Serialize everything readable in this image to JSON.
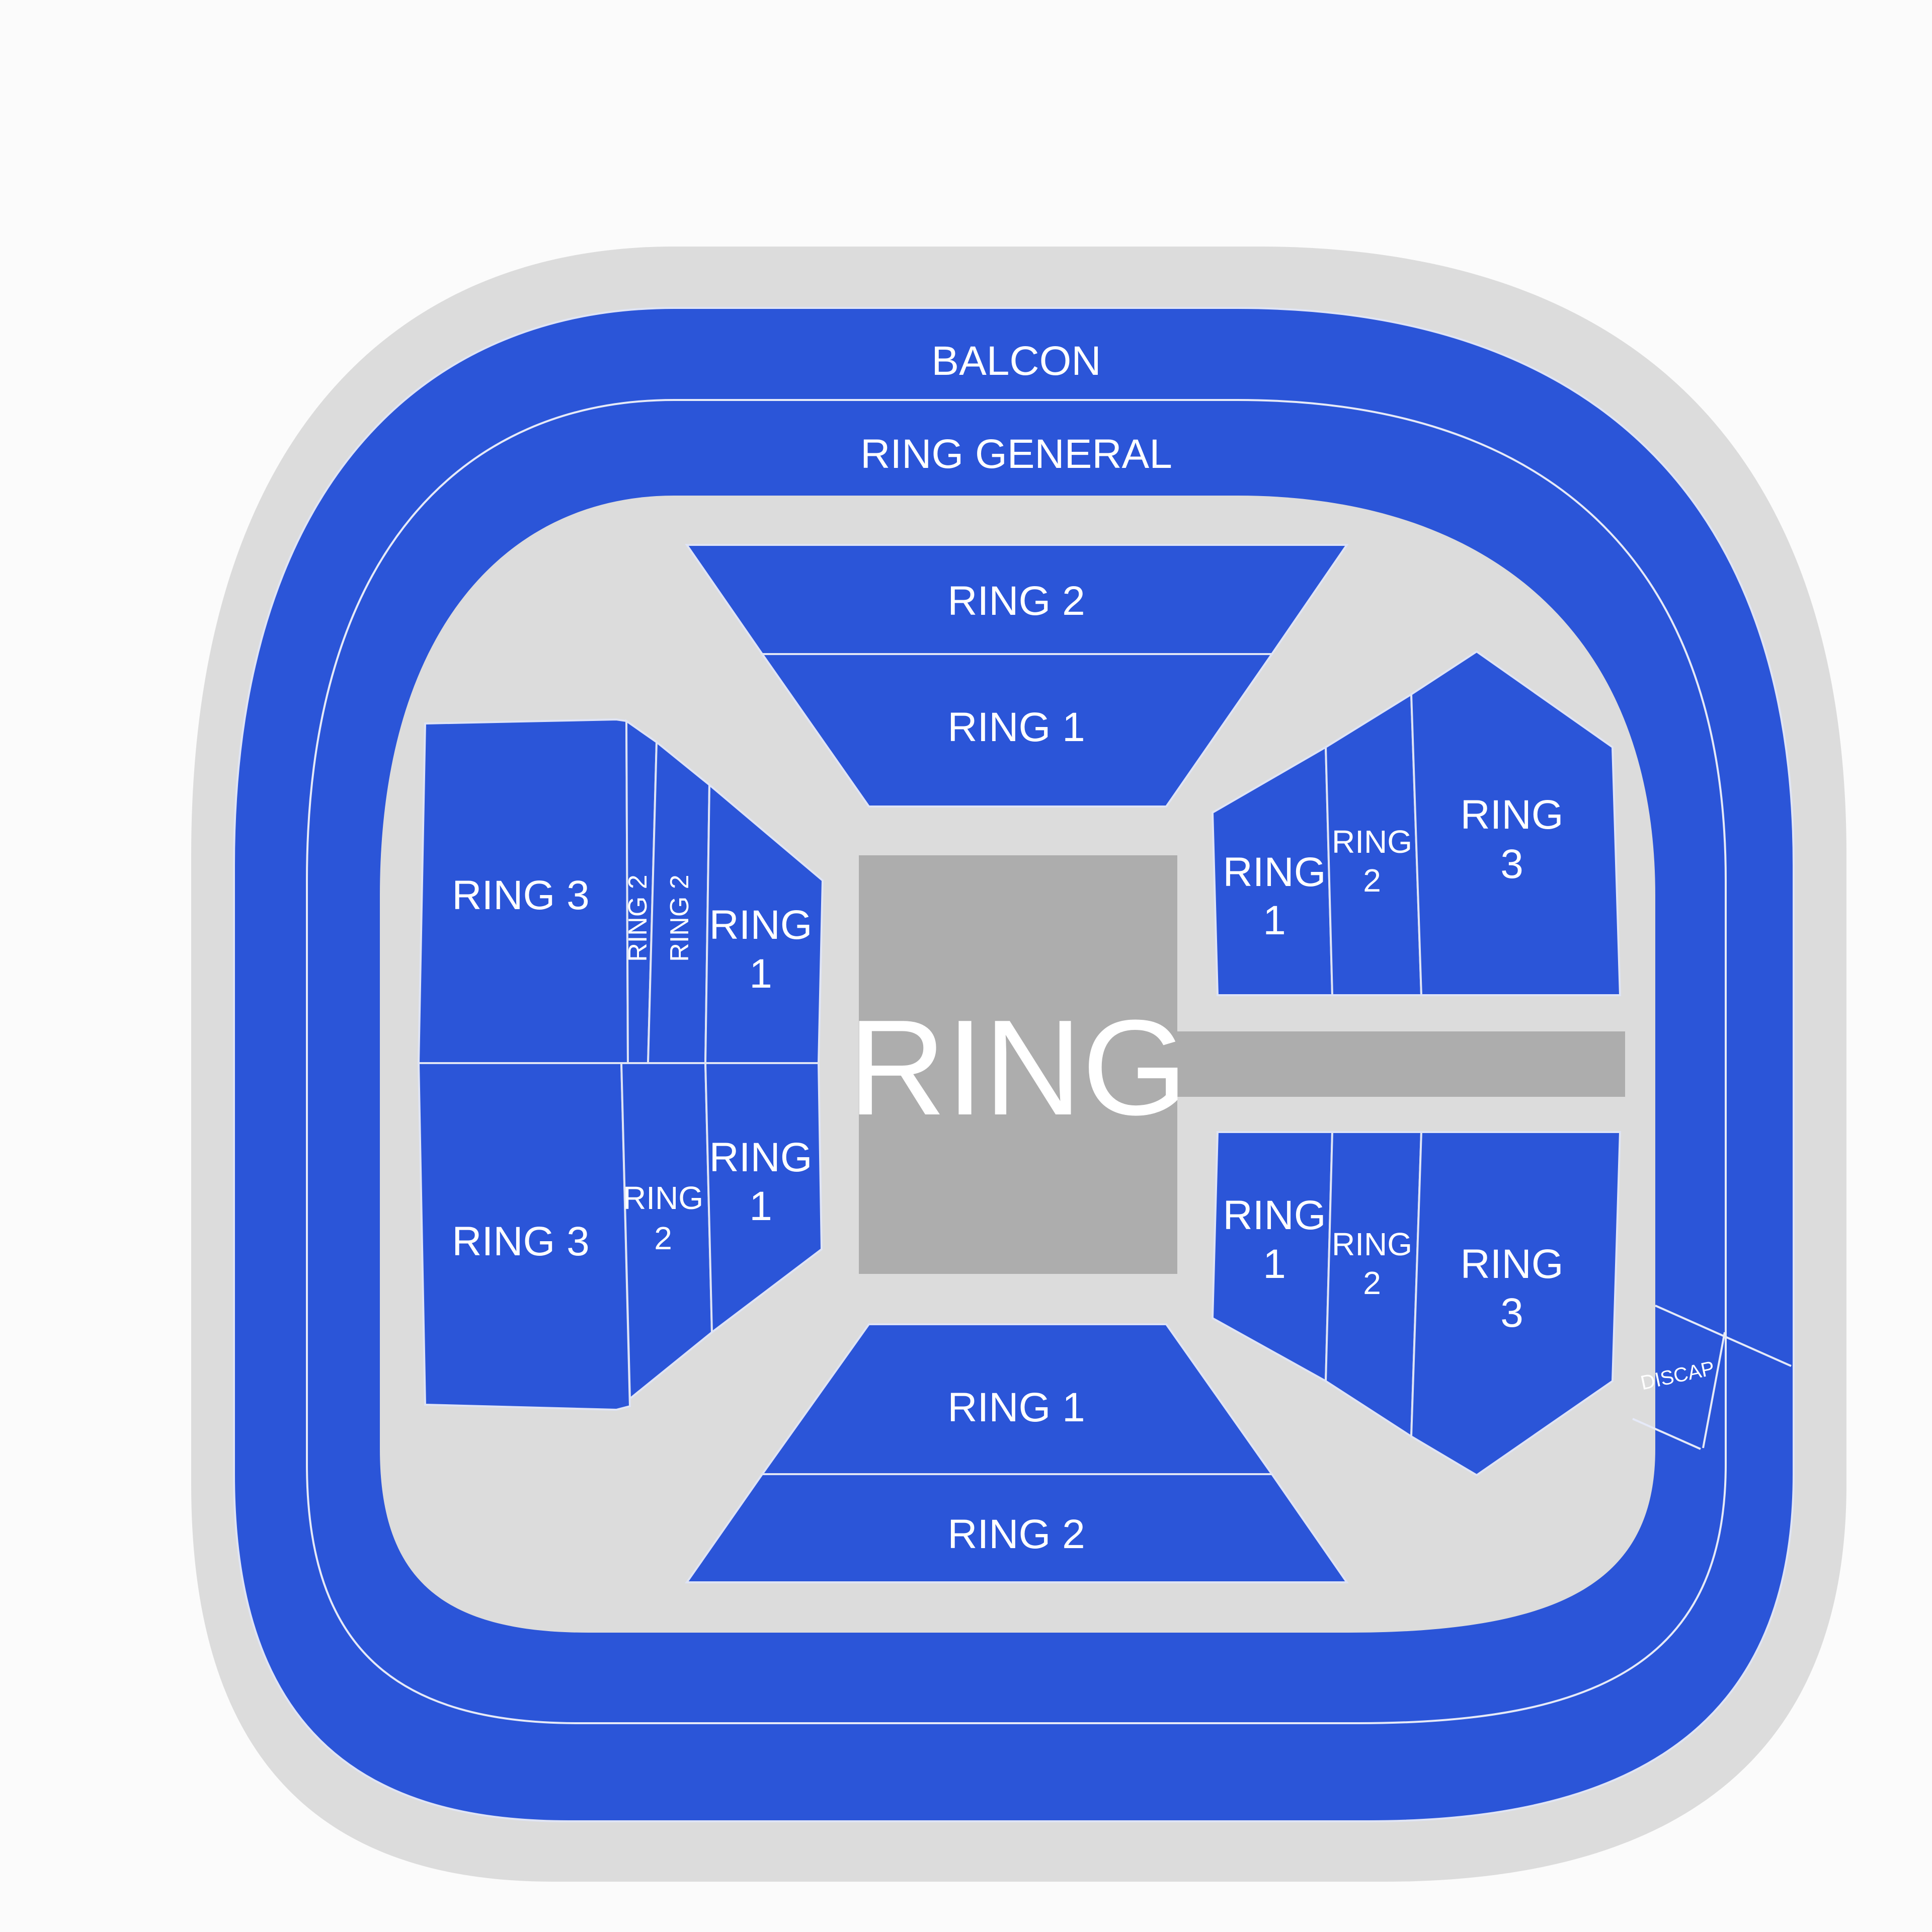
{
  "colors": {
    "page_background": "#fbfbfb",
    "outer_ring": "#dcdcdc",
    "section": "#2b55d8",
    "floor": "#dcdcdc",
    "stage": "#adadad",
    "divider": "#e6eaf8",
    "label": "#ffffff"
  },
  "labels": {
    "balcon": "BALCON",
    "ring_general": "RING GENERAL",
    "stage": "RING",
    "top_outer": "RING 2",
    "top_inner": "RING 1",
    "bottom_inner": "RING 1",
    "bottom_outer": "RING 2",
    "left_upper_ring3": "RING 3",
    "left_upper_ring2a": "RING 2",
    "left_upper_ring2b": "RING 2",
    "left_upper_ring1": [
      "RING",
      "1"
    ],
    "left_lower_ring3": "RING 3",
    "left_lower_ring2": [
      "RING",
      "2"
    ],
    "left_lower_ring1": [
      "RING",
      "1"
    ],
    "right_upper_ring1": [
      "RING",
      "1"
    ],
    "right_upper_ring2": [
      "RING",
      "2"
    ],
    "right_upper_ring3": [
      "RING",
      "3"
    ],
    "right_lower_ring1": [
      "RING",
      "1"
    ],
    "right_lower_ring2": [
      "RING",
      "2"
    ],
    "right_lower_ring3": [
      "RING",
      "3"
    ],
    "handicap": "DISCAP"
  }
}
